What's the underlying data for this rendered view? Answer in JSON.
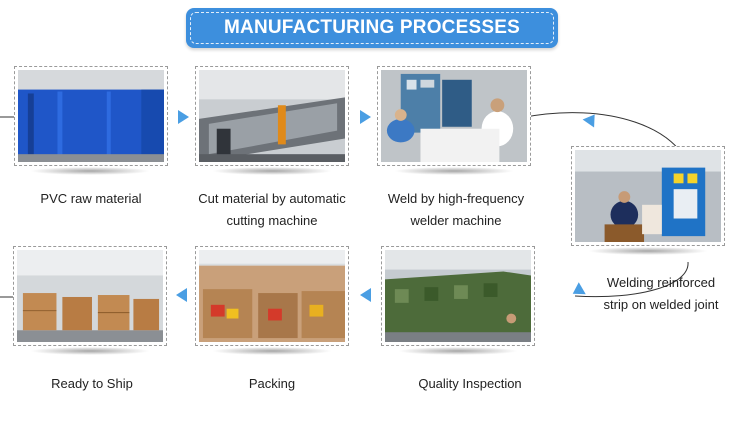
{
  "banner": {
    "title": "MANUFACTURING PROCESSES"
  },
  "steps": [
    {
      "caption_lines": [
        "PVC raw material"
      ]
    },
    {
      "caption_lines": [
        "Cut material by automatic",
        "cutting machine"
      ]
    },
    {
      "caption_lines": [
        "Weld by high-frequency",
        "welder machine"
      ]
    },
    {
      "caption_lines": [
        "Welding reinforced",
        "strip on welded joint"
      ]
    },
    {
      "caption_lines": [
        "Quality Inspection"
      ]
    },
    {
      "caption_lines": [
        "Packing"
      ]
    },
    {
      "caption_lines": [
        "Ready to Ship"
      ]
    }
  ],
  "colors": {
    "accent": "#3d8fdd",
    "arrow": "#4a9ee3"
  }
}
